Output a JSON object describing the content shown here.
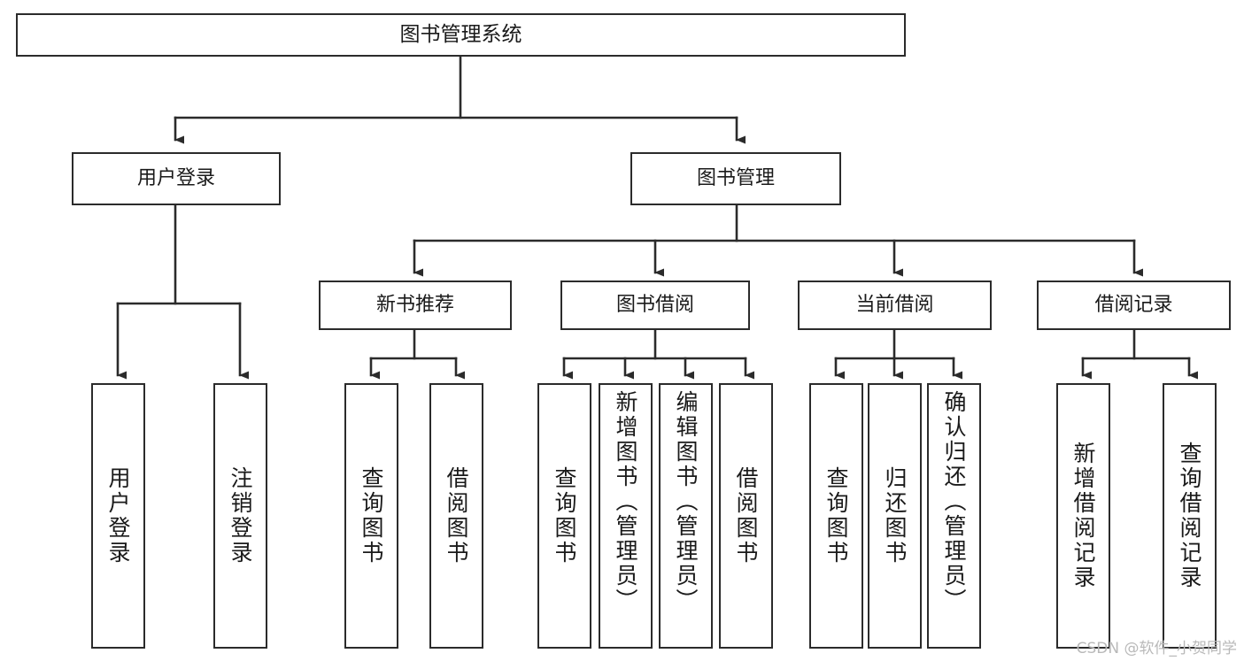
{
  "diagram": {
    "type": "tree-hierarchy-chart",
    "title": "图书管理系统",
    "line_color": "#2b2b2b",
    "box_fill": "#ffffff",
    "text_color": "#1a1a1a",
    "watermark": "CSDN @软件_小贺同学",
    "nodes": {
      "root": {
        "label": "图书管理系统"
      },
      "level2": [
        {
          "id": "user-login",
          "label": "用户登录"
        },
        {
          "id": "book-management",
          "label": "图书管理"
        }
      ],
      "level3": [
        {
          "id": "new-book-recommend",
          "label": "新书推荐"
        },
        {
          "id": "book-borrow",
          "label": "图书借阅"
        },
        {
          "id": "current-borrow",
          "label": "当前借阅"
        },
        {
          "id": "borrow-record",
          "label": "借阅记录"
        }
      ],
      "leaves": {
        "user_login": [
          {
            "id": "leaf-user-login",
            "label": "用户登录"
          },
          {
            "id": "leaf-logout",
            "label": "注销登录"
          }
        ],
        "new_book_recommend": [
          {
            "id": "leaf-query-book-1",
            "label": "查询图书"
          },
          {
            "id": "leaf-borrow-book-1",
            "label": "借阅图书"
          }
        ],
        "book_borrow": [
          {
            "id": "leaf-query-book-2",
            "label": "查询图书"
          },
          {
            "id": "leaf-add-book",
            "label": "新增图书（管理员）"
          },
          {
            "id": "leaf-edit-book",
            "label": "编辑图书（管理员）"
          },
          {
            "id": "leaf-borrow-book-2",
            "label": "借阅图书"
          }
        ],
        "current_borrow": [
          {
            "id": "leaf-query-book-3",
            "label": "查询图书"
          },
          {
            "id": "leaf-return-book",
            "label": "归还图书"
          },
          {
            "id": "leaf-confirm-return",
            "label": "确认归还（管理员）"
          }
        ],
        "borrow_record": [
          {
            "id": "leaf-add-record",
            "label": "新增借阅记录"
          },
          {
            "id": "leaf-query-record",
            "label": "查询借阅记录"
          }
        ]
      }
    }
  }
}
